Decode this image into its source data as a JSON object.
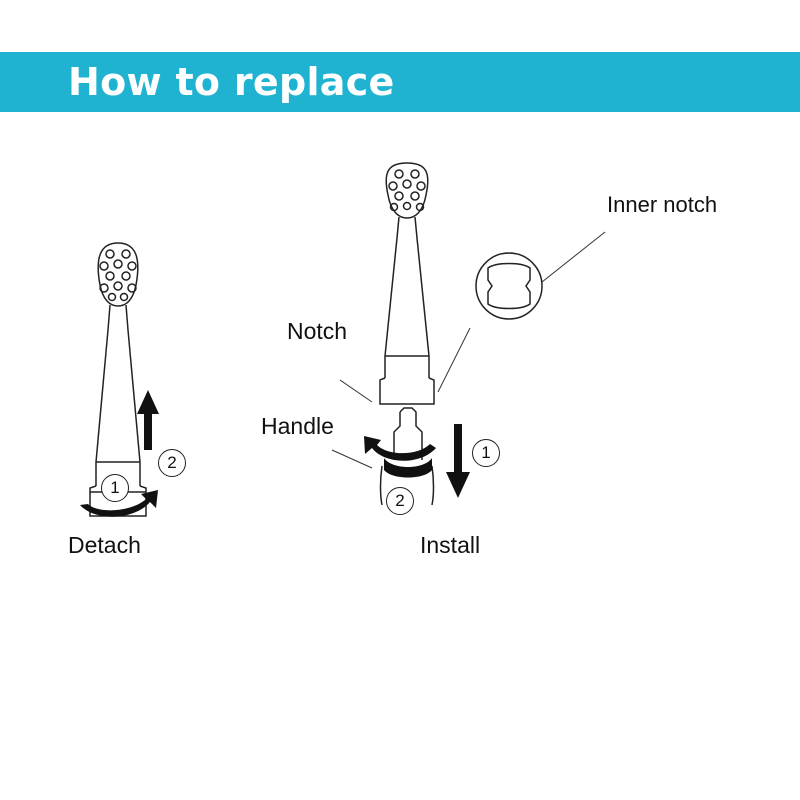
{
  "banner": {
    "title": "How to replace",
    "color": "#1fb3d1"
  },
  "labels": {
    "detach": "Detach",
    "install": "Install",
    "notch": "Notch",
    "handle": "Handle",
    "inner_notch": "Inner notch"
  },
  "steps": {
    "detach_1": "1",
    "detach_2": "2",
    "install_1": "1",
    "install_2": "2"
  },
  "colors": {
    "line": "#222222",
    "arrow": "#111111",
    "background": "#ffffff"
  },
  "icons": [
    "brush-head-icon",
    "up-arrow-icon",
    "down-arrow-icon",
    "rotate-arrow-icon",
    "inner-notch-ring-icon"
  ]
}
